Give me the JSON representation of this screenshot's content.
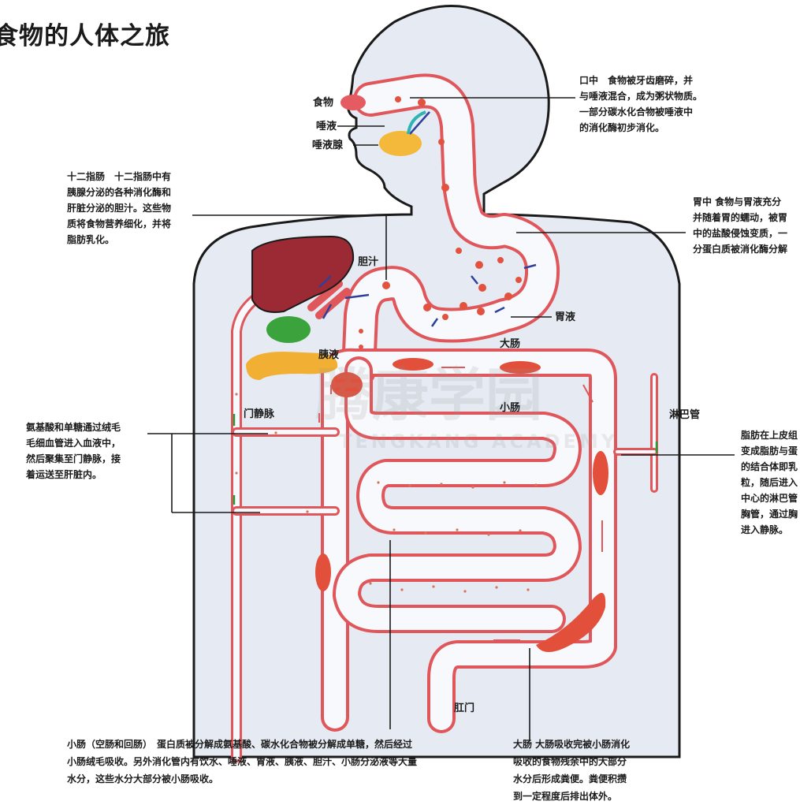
{
  "title": "食物的人体之旅",
  "colors": {
    "body_fill": "#e6ebf3",
    "outline": "#1a1a1a",
    "tract": "#e0575b",
    "tract_inner": "#f7f9fc",
    "dot": "#e2523f",
    "liver": "#9c2a34",
    "gallbladder": "#3ba33b",
    "pancreas": "#f1b033",
    "salivary": "#f4b83a",
    "food": "#e45b62",
    "arrow_blue": "#2f3f9a",
    "arrow_green": "#2c9a36",
    "bulge": "#e24f3a"
  },
  "labels": {
    "food": "食物",
    "saliva": "唾液",
    "salivary_gland": "唾液腺",
    "bile": "胆汁",
    "pancreatic_juice": "胰液",
    "gastric_juice": "胃液",
    "large_intestine": "大肠",
    "small_intestine": "小肠",
    "portal_vein": "门静脉",
    "lymph_duct": "淋巴管",
    "anus": "肛门"
  },
  "captions": {
    "mouth": "口中　食物被牙齿磨碎，并\n与唾液混合，成为粥状物质。\n一部分碳水化合物被唾液中\n的消化酶初步消化。",
    "duodenum": "十二指肠　十二指肠中有\n胰腺分泌的各种消化酶和\n肝脏分泌的胆汁。这些物\n质将食物营养细化，并将\n脂肪乳化。",
    "stomach": "胃中 食物与胃液充分\n并随着胃的蠕动，被胃\n中的盐酸侵蚀变质，一\n分蛋白质被消化酶分解",
    "amino": "氨基酸和单糖通过绒毛\n毛细血管进入血液中，\n然后聚集至门静脉，接\n着运送至肝脏内。",
    "fat": "脂肪在上皮组\n变成脂肪与蛋\n的结合体即乳\n粒，随后进入\n中心的淋巴管\n胸管，通过胸\n进入静脉。",
    "small_intestine": "小肠（空肠和回肠）　蛋白质被分解成氨基酸、碳水化合物被分解成单糖，然后经过\n小肠绒毛吸收。另外消化管内有饮水、唾液、胃液、胰液、胆汁、小肠分泌液等大量\n水分，这些水分大部分被小肠吸收。",
    "large_intestine": "大肠 大肠吸收完被小肠消化\n吸收的食物残余中的大部分\n水分后形成粪便。粪便积攒\n到一定程度后排出体外。"
  },
  "watermark": {
    "cn": "腾康学园",
    "en": "TENGKANG ACADEMY"
  }
}
